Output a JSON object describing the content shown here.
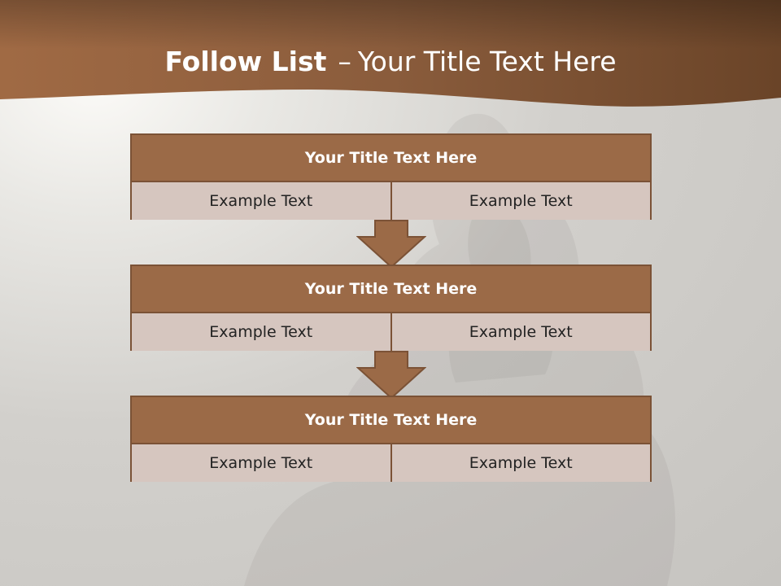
{
  "slide": {
    "title_bold": "Follow List",
    "title_dash": "–",
    "title_rest": "Your Title Text Here"
  },
  "steps": [
    {
      "title": "Your Title Text Here",
      "left_text": "Example Text",
      "right_text": "Example Text"
    },
    {
      "title": "Your Title Text Here",
      "left_text": "Example Text",
      "right_text": "Example Text"
    },
    {
      "title": "Your Title Text Here",
      "left_text": "Example Text",
      "right_text": "Example Text"
    }
  ],
  "colors": {
    "header_brown": "#8a5c3c",
    "box_header": "#9b6a47",
    "box_border": "#7b5236",
    "box_cell": "#d6c6bf",
    "arrow_fill": "#9b6a47"
  },
  "icons": {
    "connector": "arrow-down-icon"
  }
}
